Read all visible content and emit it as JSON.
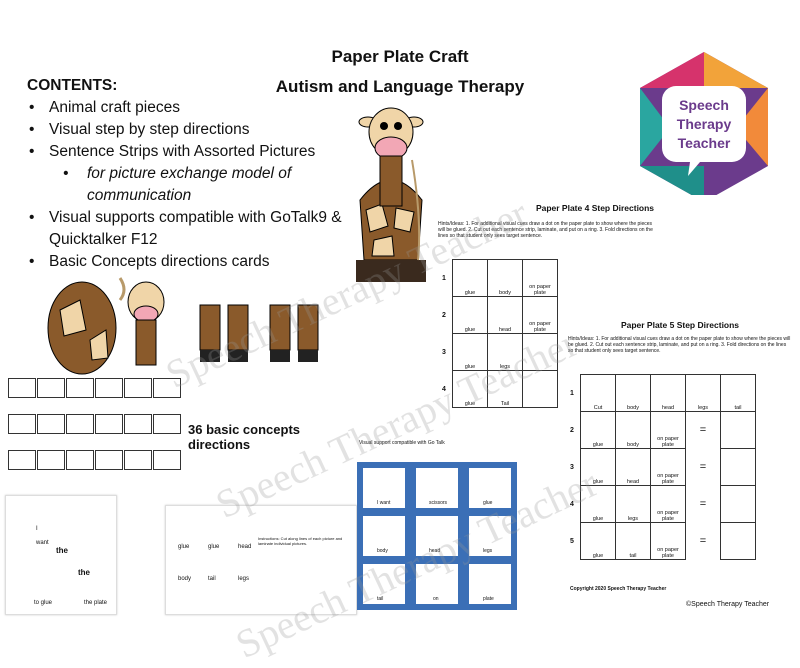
{
  "title": {
    "line1": "Paper Plate Craft",
    "line2": "Autism and Language Therapy"
  },
  "contents": {
    "heading": "CONTENTS:",
    "items": [
      "Animal craft pieces",
      "Visual step by step directions",
      "Sentence Strips with Assorted Pictures"
    ],
    "subitem": "for picture exchange model of communication",
    "items2": [
      "Visual supports compatible with GoTalk9 & Quicktalker F12",
      "Basic Concepts directions cards"
    ]
  },
  "logo": {
    "line1": "Speech",
    "line2": "Therapy",
    "line3": "Teacher"
  },
  "basic_concepts": {
    "line1": "36 basic concepts",
    "line2": "directions"
  },
  "gotalk": {
    "caption": "Visual support compatible with Go Talk",
    "cells": [
      "I want",
      "scissors",
      "glue",
      "body",
      "head",
      "legs",
      "tail",
      "on",
      "plate"
    ]
  },
  "p4": {
    "title": "Paper Plate 4 Step Directions",
    "hint": "Hints/Ideas: 1. For additional visual cues draw a dot on the paper plate to show where the pieces will be glued. 2. Cut out each sentence strip, laminate, and put on a ring. 3. Fold directions on the lines so that student only sees target sentence.",
    "rows": [
      {
        "n": "1",
        "a": "glue",
        "b": "body",
        "c": "on paper plate"
      },
      {
        "n": "2",
        "a": "glue",
        "b": "head",
        "c": "on paper plate"
      },
      {
        "n": "3",
        "a": "glue",
        "b": "legs",
        "c": ""
      },
      {
        "n": "4",
        "a": "glue",
        "b": "Tail",
        "c": ""
      }
    ]
  },
  "p5": {
    "title": "Paper Plate 5 Step Directions",
    "hint": "Hints/Ideas: 1. For additional visual cues draw a dot on the paper plate to show where the pieces will be glued. 2. Cut out each sentence strip, laminate, and put on a ring. 3. Fold directions on the lines so that student only sees target sentence.",
    "rows": [
      {
        "n": "1",
        "a": "Cut",
        "b": "body",
        "c": "head",
        "d": "legs",
        "e": "tail"
      },
      {
        "n": "2",
        "a": "glue",
        "b": "body",
        "c": "on paper plate"
      },
      {
        "n": "3",
        "a": "glue",
        "b": "head",
        "c": "on paper plate"
      },
      {
        "n": "4",
        "a": "glue",
        "b": "legs",
        "c": "on paper plate"
      },
      {
        "n": "5",
        "a": "glue",
        "b": "tail",
        "c": "on paper plate"
      }
    ],
    "copyright": "Copyright 2020 Speech Therapy Teacher"
  },
  "doc1": {
    "words": [
      "I",
      "want",
      "the",
      "the",
      "to glue",
      "the plate"
    ]
  },
  "doc2": {
    "labels": [
      "glue",
      "glue",
      "head",
      "body",
      "tail",
      "legs"
    ],
    "instructions": "Instructions: Cut along lines of each picture and laminate individual pictures."
  },
  "copyright": "©Speech Therapy Teacher",
  "watermark": "Speech Therapy Teacher",
  "colors": {
    "teal": "#2aa6a0",
    "purple": "#6b3b8c",
    "orange": "#f2a33a",
    "pink": "#d6336c",
    "blue": "#3b6fb6"
  }
}
